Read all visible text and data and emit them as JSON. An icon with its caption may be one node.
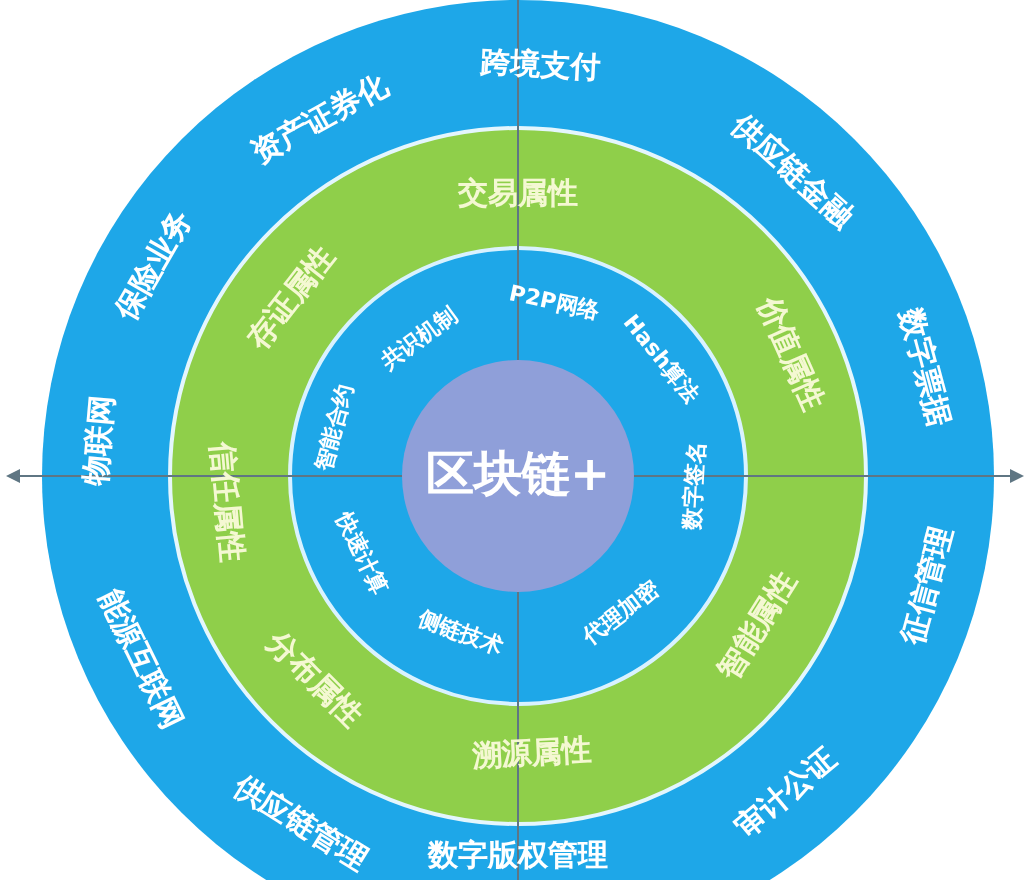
{
  "diagram": {
    "nodes": [
      {
        "text": [
          "跨境支付"
        ]
      },
      {
        "text": [
          "供应链金融"
        ]
      },
      {
        "text": [
          "数字票据"
        ]
      },
      {
        "text": [
          "征信管理"
        ]
      },
      {
        "text": [
          "审计公证"
        ]
      },
      {
        "text": [
          "数字版权管理"
        ]
      },
      {
        "text": [
          "供应链管理"
        ]
      },
      {
        "text": [
          "能源互联网"
        ]
      },
      {
        "text": [
          "物联网"
        ]
      },
      {
        "text": [
          "保险业务"
        ]
      },
      {
        "text": [
          "资产证券化"
        ]
      },
      {
        "text": [
          "交易属性"
        ]
      },
      {
        "text": [
          "价值属性"
        ]
      },
      {
        "text": [
          "智能属性"
        ]
      },
      {
        "text": [
          "溯源属性"
        ]
      },
      {
        "text": [
          "分布属性"
        ]
      },
      {
        "text": [
          "信任属性"
        ]
      },
      {
        "text": [
          "存证属性"
        ]
      },
      {
        "text": [
          "P2P网络"
        ]
      },
      {
        "text": [
          "Hash算法"
        ]
      },
      {
        "text": [
          "数字签名"
        ]
      },
      {
        "text": [
          "代理加密"
        ]
      },
      {
        "text": [
          "侧链技术"
        ]
      },
      {
        "text": [
          "快速计算"
        ]
      },
      {
        "text": [
          "智能合约"
        ]
      },
      {
        "text": [
          "共识机制"
        ]
      },
      {
        "text": [
          "区块链+"
        ]
      }
    ]
  }
}
